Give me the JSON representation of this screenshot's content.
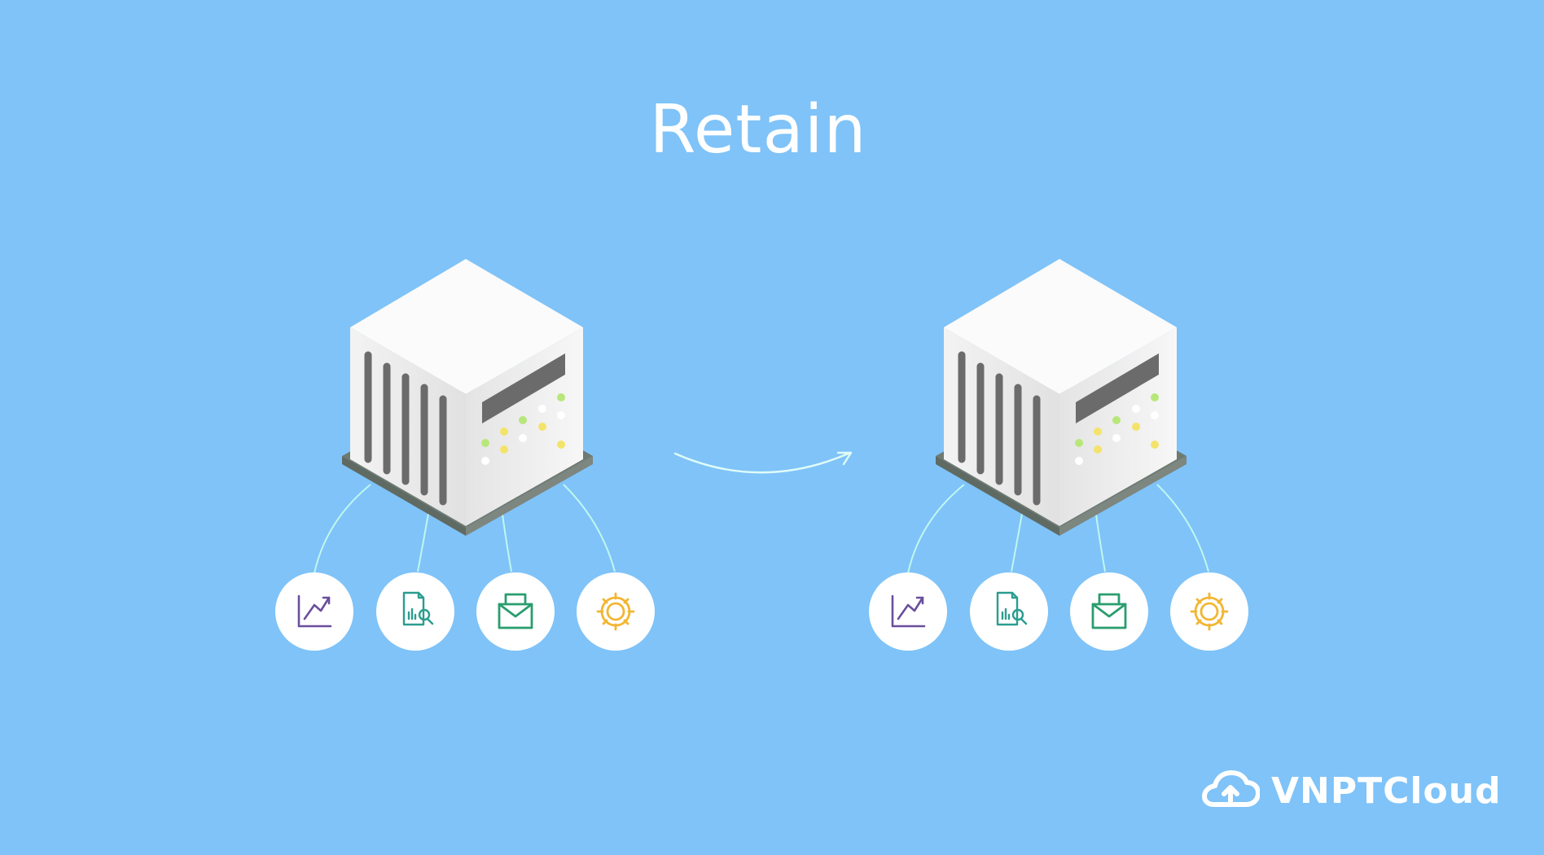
{
  "title": "Retain",
  "brand": {
    "name": "VNPTCloud",
    "icon": "cloud-upload-icon"
  },
  "servers": [
    {
      "id": "source",
      "icons": [
        "chart-trend-icon",
        "report-search-icon",
        "envelope-icon",
        "gear-icon"
      ]
    },
    {
      "id": "target",
      "icons": [
        "chart-trend-icon",
        "report-search-icon",
        "envelope-icon",
        "gear-icon"
      ]
    }
  ],
  "colors": {
    "background": "#7fc3f8",
    "connector": "#bff7ef",
    "chart_icon": "#6a4f9c",
    "report_icon": "#2a9d8f",
    "envelope_icon": "#2a9d6f",
    "gear_icon": "#f2b632",
    "led_green": "#b7e77a",
    "led_yellow": "#f3e36a",
    "slot": "#6b6b6b"
  }
}
